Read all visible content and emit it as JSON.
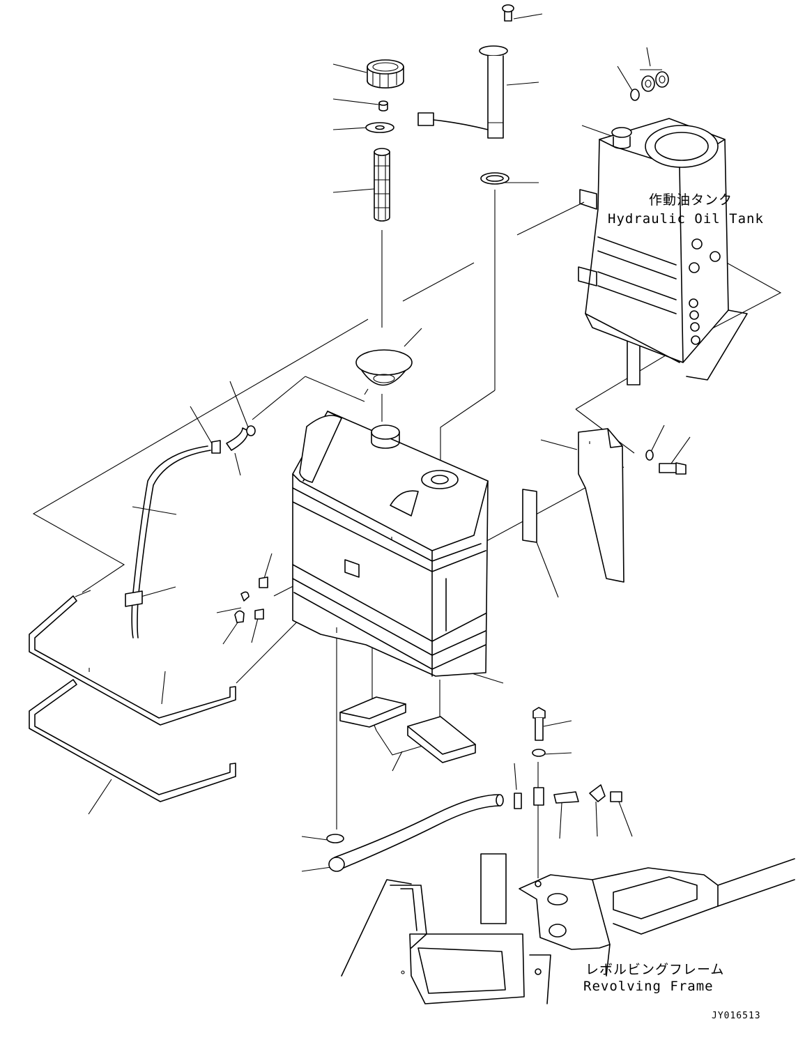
{
  "labels": {
    "hydraulic_tank_jp": "作動油タンク",
    "hydraulic_tank_en": "Hydraulic Oil Tank",
    "revolving_frame_jp": "レボルビングフレーム",
    "revolving_frame_en": "Revolving Frame",
    "drawing_code": "JY016513"
  }
}
